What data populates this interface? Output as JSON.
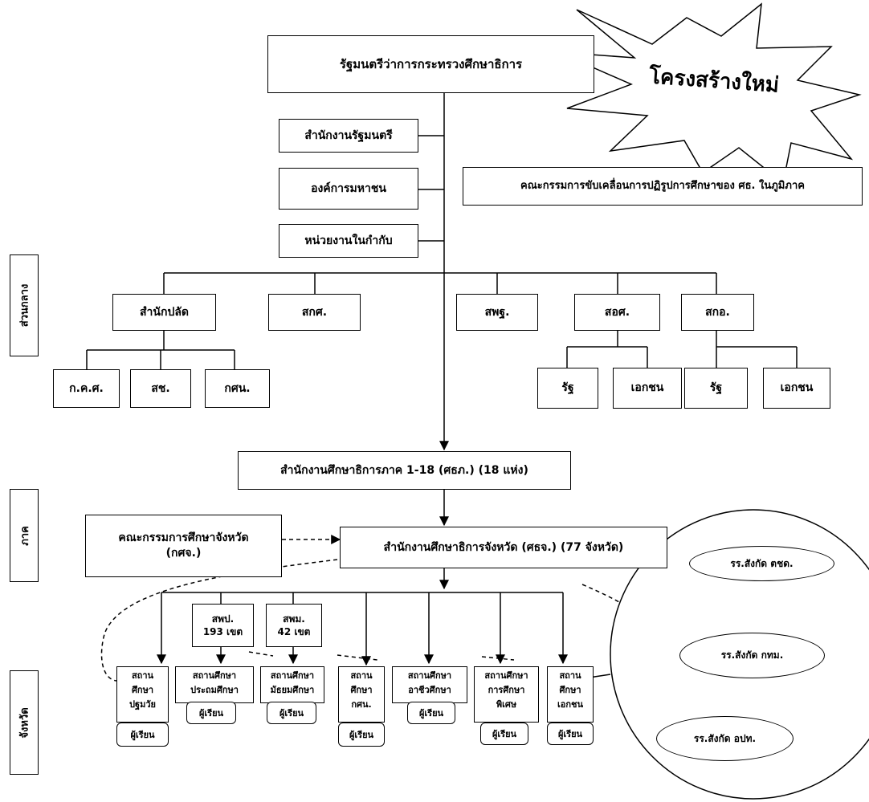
{
  "title_badge": "โครงสร้างใหม่",
  "top": {
    "minister": "รัฐมนตรีว่าการกระทรวงศึกษาธิการ",
    "minister_office": "สำนักงานรัฐมนตรี",
    "public_org": "องค์การมหาชน",
    "supervised_units": "หน่วยงานในกำกับ",
    "regional_committee": "คณะกรรมการขับเคลื่อนการปฏิรูปการศึกษาของ ศธ. ในภูมิภาค"
  },
  "side_labels": {
    "central": "ส่วนกลาง",
    "region": "ภาค",
    "province": "จังหวัด"
  },
  "central": {
    "ops": "สำนักปลัด",
    "ops_children": [
      "ก.ค.ศ.",
      "สช.",
      "กศน."
    ],
    "onec": "สกศ.",
    "obec": "สพฐ.",
    "ovec": "สอศ.",
    "ovec_children": [
      "รัฐ",
      "เอกชน"
    ],
    "ohec": "สกอ.",
    "ohec_children": [
      "รัฐ",
      "เอกชน"
    ]
  },
  "regional": {
    "office": "สำนักงานศึกษาธิการภาค 1-18 (ศธภ.) (18 แห่ง)",
    "provincial_committee": "คณะกรรมการศึกษาจังหวัด\n(กศจ.)",
    "provincial_office": "สำนักงานศึกษาธิการจังหวัด (ศธจ.) (77 จังหวัด)"
  },
  "areas": {
    "primary": "สพป.\n193 เขต",
    "secondary": "สพม.\n42 เขต"
  },
  "institutions": [
    {
      "label": "สถาน\nศึกษา\nปฐมวัย",
      "learner": "ผู้เรียน"
    },
    {
      "label": "สถานศึกษา\nประถมศึกษา",
      "learner": "ผู้เรียน"
    },
    {
      "label": "สถานศึกษา\nมัธยมศึกษา",
      "learner": "ผู้เรียน"
    },
    {
      "label": "สถาน\nศึกษา\nกศน.",
      "learner": "ผู้เรียน"
    },
    {
      "label": "สถานศึกษา\nอาชีวศึกษา",
      "learner": "ผู้เรียน"
    },
    {
      "label": "สถานศึกษา\nการศึกษา\nพิเศษ",
      "learner": "ผู้เรียน"
    },
    {
      "label": "สถาน\nศึกษา\nเอกชน",
      "learner": "ผู้เรียน"
    }
  ],
  "other_schools": [
    "รร.สังกัด ตชด.",
    "รร.สังกัด กทม.",
    "รร.สังกัด อปท."
  ]
}
